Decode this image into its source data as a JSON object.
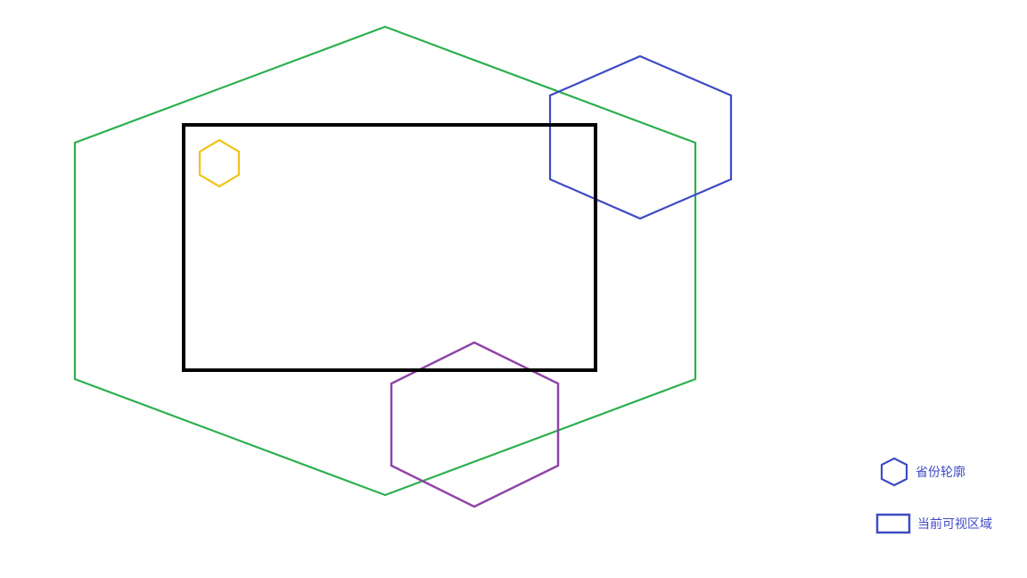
{
  "colors": {
    "background": "#ffffff",
    "large_region": "#2db04f",
    "small_region": "#f2c316",
    "northeast_region": "#3f4bc4",
    "south_region": "#8f44a8",
    "viewport": "#000000",
    "legend": "#3f4bc4"
  },
  "shapes": [
    {
      "id": "large-region-hexagon",
      "kind": "hexagon",
      "color_key": "large_region"
    },
    {
      "id": "small-region-hexagon",
      "kind": "hexagon",
      "color_key": "small_region"
    },
    {
      "id": "northeast-region-hexagon",
      "kind": "hexagon",
      "color_key": "northeast_region"
    },
    {
      "id": "south-region-hexagon",
      "kind": "hexagon",
      "color_key": "south_region"
    },
    {
      "id": "current-viewport-rect",
      "kind": "rectangle",
      "color_key": "viewport"
    }
  ],
  "legend": {
    "items": [
      {
        "icon": "hexagon-icon",
        "label": "省份轮廓"
      },
      {
        "icon": "rectangle-icon",
        "label": "当前可视区域"
      }
    ]
  }
}
